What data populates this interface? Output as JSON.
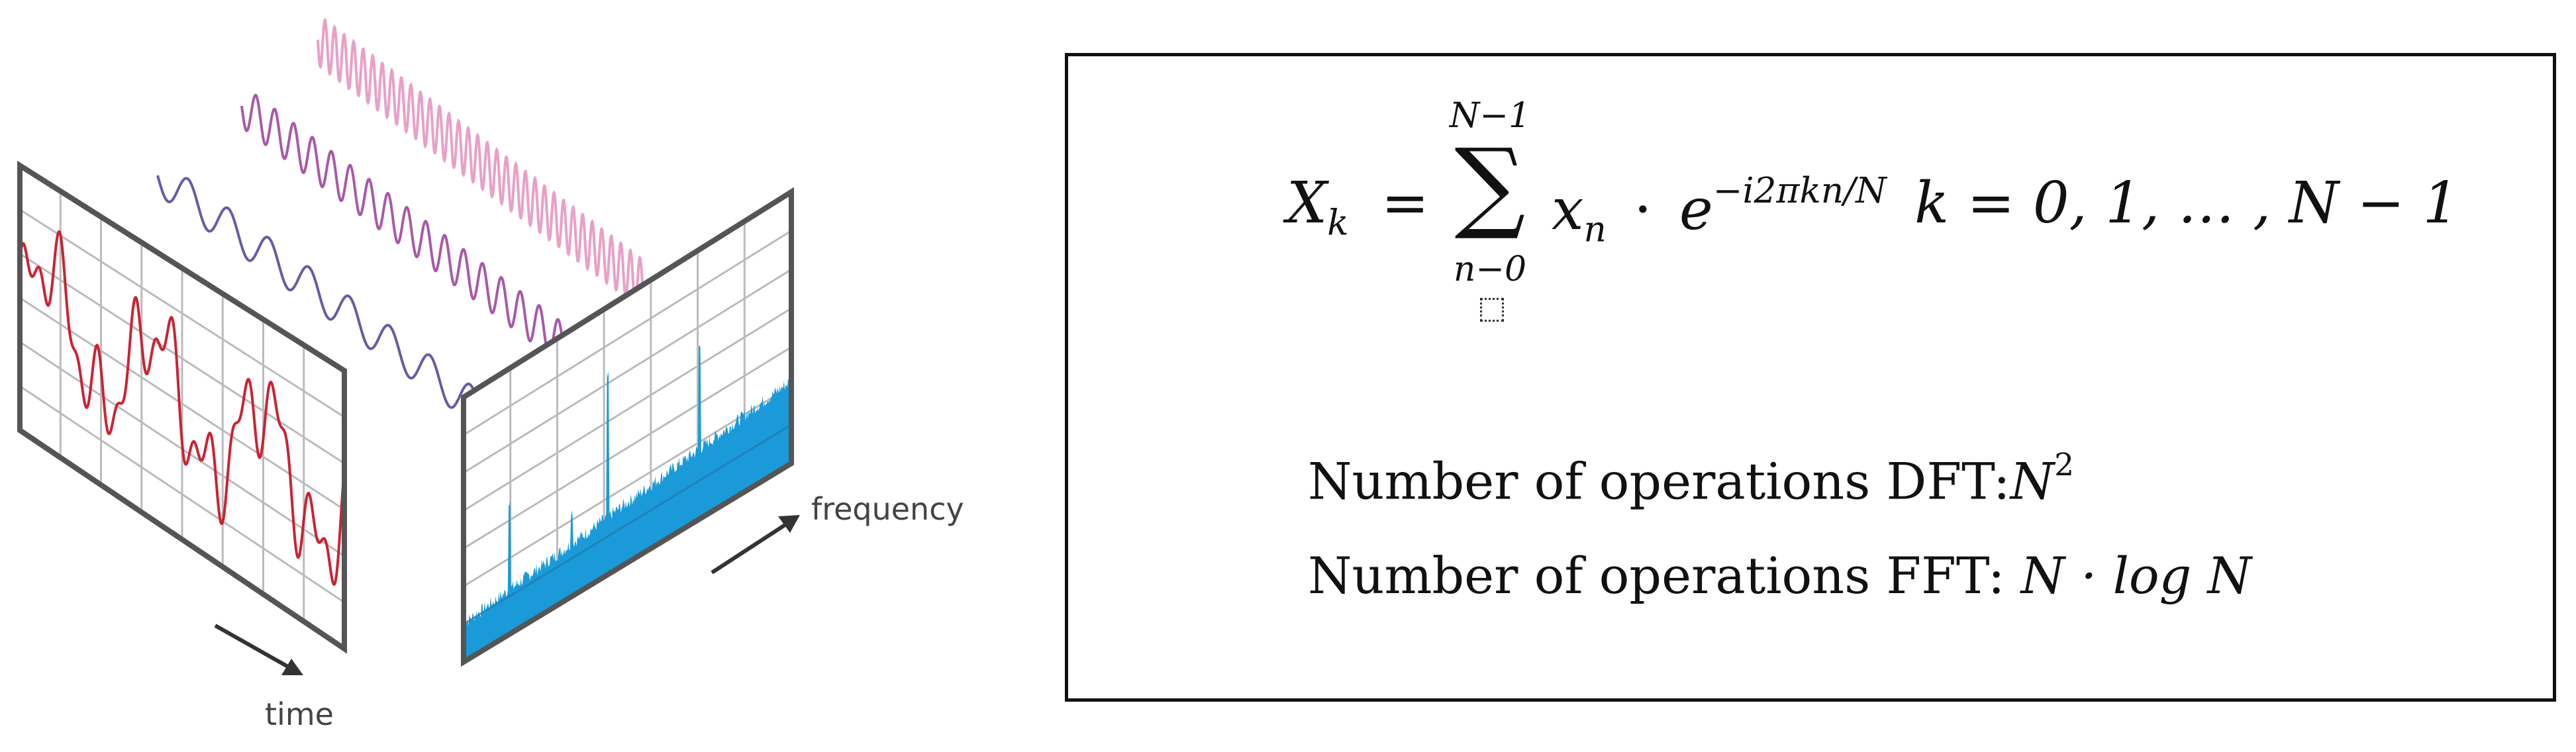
{
  "illustration": {
    "time_label": "time",
    "frequency_label": "frequency",
    "colors": {
      "time_signal": "#cc2233",
      "spectrum_fill": "#1a9ad8",
      "wave_far": "#e8a0c8",
      "wave_mid": "#a85aa6",
      "wave_near": "#6a5aa6",
      "panel_grid": "#bbbbbb",
      "panel_frame": "#555555"
    }
  },
  "formula": {
    "lhs": "X",
    "lhs_sub": "k",
    "equals": "=",
    "sum_upper": "N−1",
    "sum_lower": "n−0",
    "sum_symbol": "∑",
    "term_x": "x",
    "term_x_sub": "n",
    "cdot": "·",
    "exp_base": "e",
    "exp_power": "−i2πkn/N",
    "range": "k = 0, 1, … , N − 1"
  },
  "operations": {
    "dft_label": "Number of operations DFT:",
    "dft_value": "N",
    "dft_power": "2",
    "fft_label": "Number of operations FFT:",
    "fft_value": "N · log N"
  }
}
